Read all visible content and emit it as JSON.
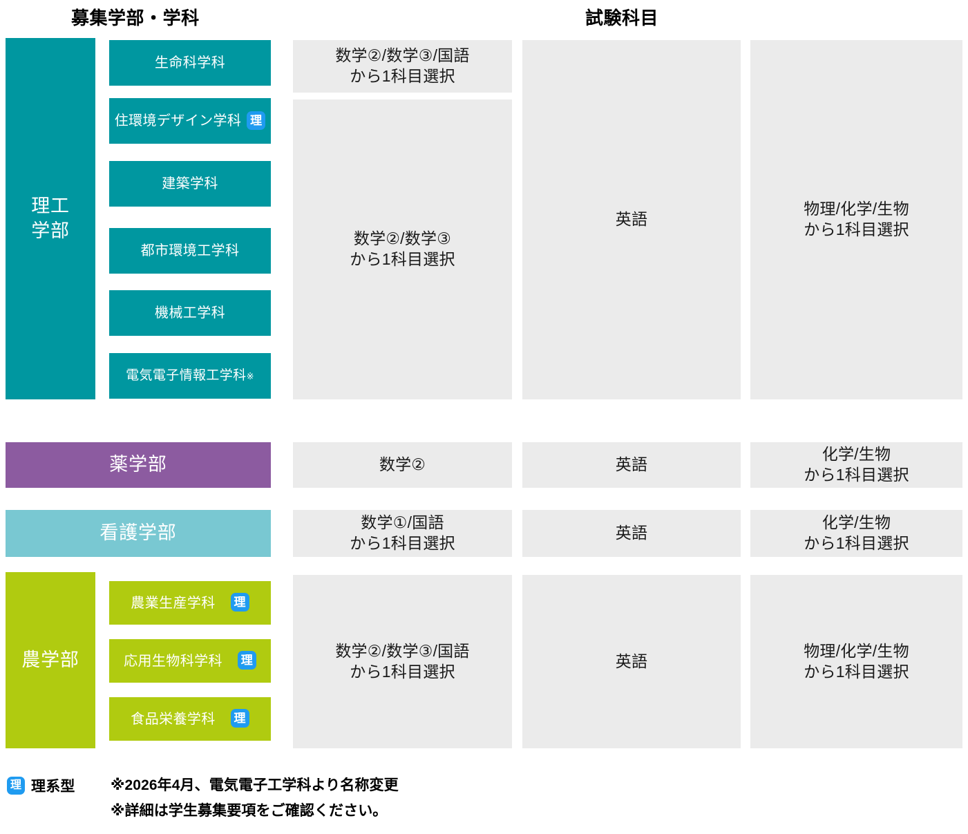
{
  "headers": {
    "departments": "募集学部・学科",
    "exam_subjects": "試験科目"
  },
  "colors": {
    "science_engineering": "#0097a0",
    "pharmacy": "#8c5ba0",
    "nursing": "#79c8d2",
    "agriculture": "#b0cb10",
    "exam_cell": "#ebebeb",
    "badge_blue": "#1f9bf0",
    "text_dark": "#1a1a1a"
  },
  "faculties": [
    {
      "id": "science-engineering",
      "name": "理工\n学部",
      "name_line1": "理工",
      "name_line2": "学部",
      "departments": [
        {
          "label": "生命科学科",
          "badge": "",
          "note": ""
        },
        {
          "label": "住環境デザイン学科",
          "badge": "理",
          "note": ""
        },
        {
          "label": "建築学科",
          "badge": "",
          "note": ""
        },
        {
          "label": "都市環境工学科",
          "badge": "",
          "note": ""
        },
        {
          "label": "機械工学科",
          "badge": "",
          "note": ""
        },
        {
          "label": "電気電子情報工学科",
          "badge": "",
          "note": "※"
        }
      ]
    },
    {
      "id": "pharmacy",
      "name_line1": "薬学部",
      "name_line2": "",
      "departments": []
    },
    {
      "id": "nursing",
      "name_line1": "看護学部",
      "name_line2": "",
      "departments": []
    },
    {
      "id": "agriculture",
      "name_line1": "農学部",
      "name_line2": "",
      "departments": [
        {
          "label": "農業生産学科",
          "badge": "理",
          "note": ""
        },
        {
          "label": "応用生物科学科",
          "badge": "理",
          "note": ""
        },
        {
          "label": "食品栄養学科",
          "badge": "理",
          "note": ""
        }
      ]
    }
  ],
  "exams": {
    "se_math_top_l1": "数学②/数学③/国語",
    "se_math_top_l2": "から1科目選択",
    "se_math_main_l1": "数学②/数学③",
    "se_math_main_l2": "から1科目選択",
    "se_english": "英語",
    "se_science_l1": "物理/化学/生物",
    "se_science_l2": "から1科目選択",
    "pharm_math": "数学②",
    "pharm_english": "英語",
    "pharm_science_l1": "化学/生物",
    "pharm_science_l2": "から1科目選択",
    "nurse_math_l1": "数学①/国語",
    "nurse_math_l2": "から1科目選択",
    "nurse_english": "英語",
    "nurse_science_l1": "化学/生物",
    "nurse_science_l2": "から1科目選択",
    "agri_math_l1": "数学②/数学③/国語",
    "agri_math_l2": "から1科目選択",
    "agri_english": "英語",
    "agri_science_l1": "物理/化学/生物",
    "agri_science_l2": "から1科目選択"
  },
  "footer": {
    "badge": "理",
    "legend_label": "理系型",
    "note1": "※2026年4月、電気電子工学科より名称変更",
    "note2": "※詳細は学生募集要項をご確認ください。"
  }
}
